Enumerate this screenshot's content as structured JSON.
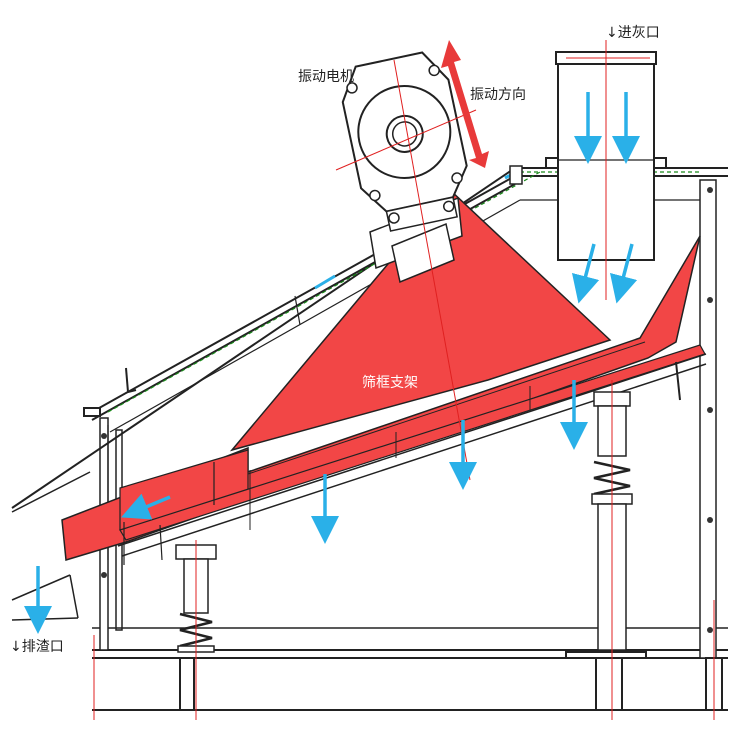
{
  "labels": {
    "motor": "振动电机",
    "vibration_direction": "振动方向",
    "ash_inlet": "↓进灰口",
    "slag_outlet": "↓排渣口",
    "screen_frame": "筛框支架"
  },
  "colors": {
    "frame_fill": "#f24646",
    "flow_arrow": "#2ab0e8",
    "direction_arrow": "#e83a3a",
    "line": "#222222",
    "centerline": "#e02020",
    "dashed": "#1a8a1a"
  }
}
